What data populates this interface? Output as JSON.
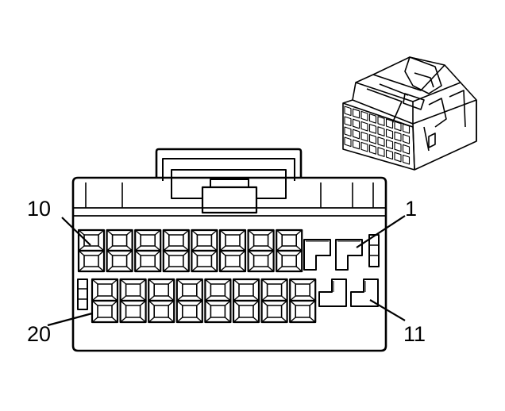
{
  "diagram": {
    "labels": {
      "pin_10": "10",
      "pin_1": "1",
      "pin_20": "20",
      "pin_11": "11"
    },
    "top_row_cavities": 8,
    "bottom_row_cavities": 8,
    "line_color": "#000000",
    "background": "#ffffff"
  }
}
